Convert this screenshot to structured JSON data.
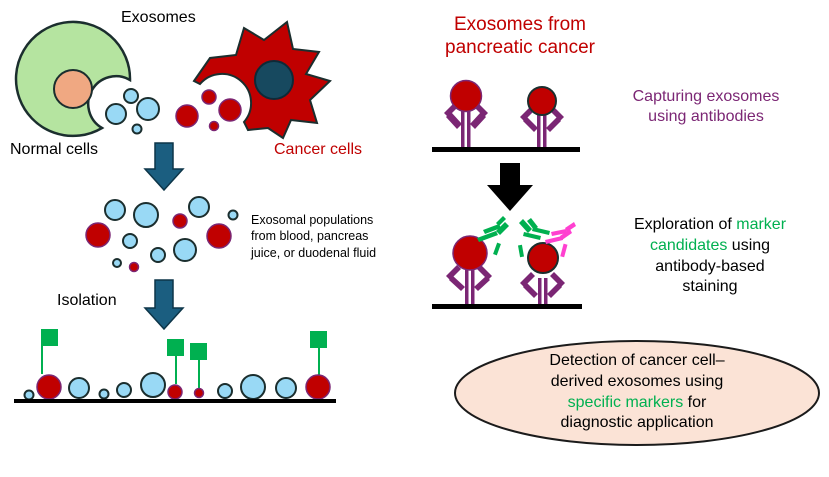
{
  "colors": {
    "dark_red": "#c00000",
    "light_blue": "#99d9f5",
    "normal_cell": "#b5e4a0",
    "nucleus_normal": "#f0a882",
    "nucleus_cancer": "#17495f",
    "arrow_teal": "#1b5e80",
    "antibody_purple": "#7b2674",
    "marker_green": "#00b050",
    "marker_pink": "#ff40d0",
    "ellipse_fill": "#fbe3d6",
    "purple_text": "#7b2674"
  },
  "left_panel": {
    "exosomes_label": "Exosomes",
    "normal_cells_label": "Normal cells",
    "cancer_cells_label": "Cancer cells",
    "populations_label": [
      "Exosomal populations",
      "from blood, pancreas",
      "juice, or duodenal fluid"
    ],
    "isolation_label": "Isolation"
  },
  "right_panel": {
    "title": [
      "Exosomes from",
      "pancreatic cancer"
    ],
    "capture_label": [
      "Capturing exosomes",
      "using antibodies"
    ],
    "exploration_label": {
      "line1_a": "Exploration of ",
      "line1_b": "marker",
      "line2_a": "candidates",
      "line2_b": " using",
      "line3": "antibody-based",
      "line4": "staining"
    },
    "detection_label": {
      "line1": "Detection of cancer cell–",
      "line2": "derived exosomes using",
      "line3_a": "specific markers",
      "line3_b": " for",
      "line4": "diagnostic application"
    }
  }
}
